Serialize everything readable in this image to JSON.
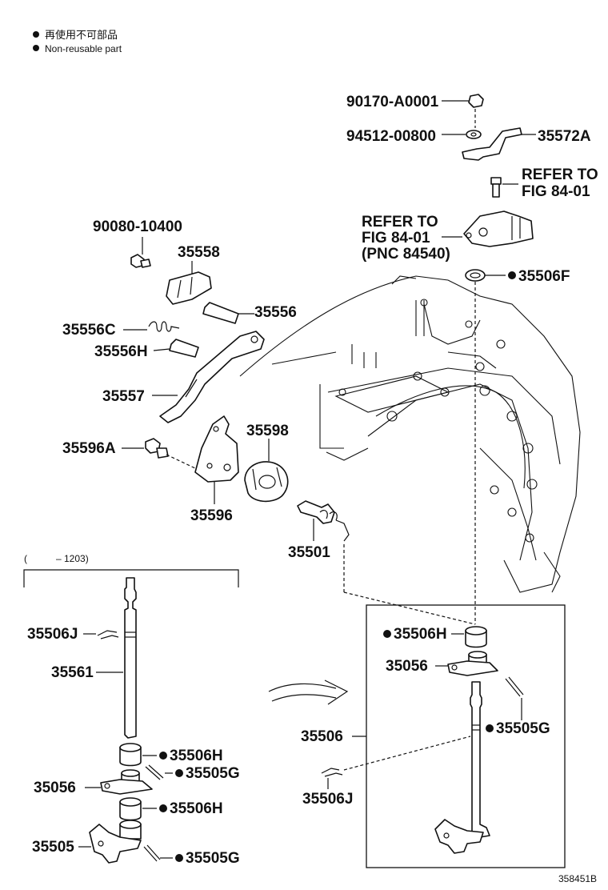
{
  "legend": {
    "jp": "再使用不可部品",
    "en": "Non-reusable part"
  },
  "figure_code": "358451B",
  "range_label": {
    "open": "(",
    "value": "– 1203)"
  },
  "labels": {
    "p90170": "90170-A0001",
    "p94512": "94512-00800",
    "p35572A": "35572A",
    "refer1_line1": "REFER TO",
    "refer1_line2": "FIG 84-01",
    "refer2_line1": "REFER TO",
    "refer2_line2": "FIG 84-01",
    "refer2_line3": "(PNC 84540)",
    "p35506F": "35506F",
    "p90080": "90080-10400",
    "p35558": "35558",
    "p35556": "35556",
    "p35556C": "35556C",
    "p35556H": "35556H",
    "p35557": "35557",
    "p35596A": "35596A",
    "p35598": "35598",
    "p35596": "35596",
    "p35501": "35501",
    "l35506J": "35506J",
    "l35561": "35561",
    "l35506H_a": "35506H",
    "l35505G_a": "35505G",
    "l35056": "35056",
    "l35506H_b": "35506H",
    "l35505": "35505",
    "l35505G_b": "35505G",
    "r35506H": "35506H",
    "r35056": "35056",
    "r35506": "35506",
    "r35505G": "35505G",
    "r35506J": "35506J"
  }
}
